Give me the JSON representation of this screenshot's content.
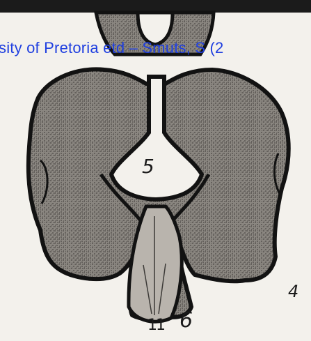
{
  "watermark": {
    "text": "sity of Pretoria etd – Smuts, S  (2"
  },
  "labels": {
    "five": "5",
    "four": "4",
    "six": "6",
    "eleven": "11"
  },
  "colors": {
    "ink": "#121212",
    "stipple": "#6f6b66",
    "paper": "#f3f1ec",
    "watermark": "#1f3fe0"
  }
}
